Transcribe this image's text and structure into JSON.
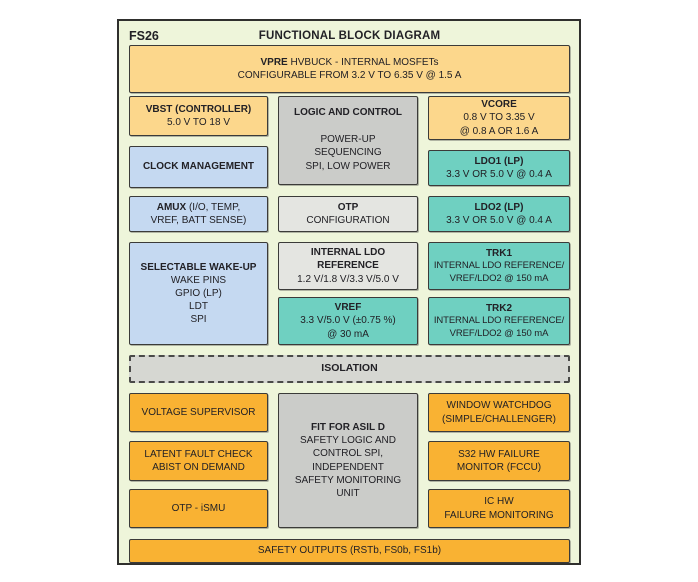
{
  "header": {
    "chip": "FS26",
    "title": "FUNCTIONAL BLOCK DIAGRAM"
  },
  "palette": {
    "canvas": "#eef5da",
    "tan": "#fcd78c",
    "orange": "#f9b233",
    "blue": "#c5d9f1",
    "teal": "#6fd0c1",
    "gray": "#cbccc9",
    "light_gray": "#e4e5e1",
    "isolation_gray": "#d6d7d2",
    "border": "#3b3b39",
    "text": "#222126"
  },
  "blocks": {
    "vpre": {
      "name": "VPRE",
      "desc": "HVBUCK - INTERNAL MOSFETs",
      "line2": "CONFIGURABLE FROM 3.2 V TO 6.35 V @ 1.5 A"
    },
    "vbst": {
      "title": "VBST (CONTROLLER)",
      "line2": "5.0 V TO 18 V"
    },
    "clock": {
      "title": "CLOCK MANAGEMENT"
    },
    "amux": {
      "name": "AMUX",
      "desc": "(I/O, TEMP,",
      "line2": "VREF, BATT SENSE)"
    },
    "wakeup": {
      "title": "SELECTABLE WAKE-UP",
      "lines": [
        "WAKE PINS",
        "GPIO (LP)",
        "LDT",
        "SPI"
      ]
    },
    "logic": {
      "title": "LOGIC AND CONTROL",
      "lines": [
        "POWER-UP",
        "SEQUENCING",
        "SPI, LOW POWER"
      ]
    },
    "otp": {
      "title": "OTP",
      "line2": "CONFIGURATION"
    },
    "ldoref": {
      "title1": "INTERNAL LDO",
      "title2": "REFERENCE",
      "line2": "1.2 V/1.8 V/3.3 V/5.0 V"
    },
    "vref": {
      "title": "VREF",
      "lines": [
        "3.3 V/5.0 V (±0.75 %)",
        "@ 30 mA"
      ]
    },
    "vcore": {
      "title": "VCORE",
      "lines": [
        "0.8 V TO 3.35 V",
        "@ 0.8 A OR 1.6 A"
      ]
    },
    "ldo1": {
      "title": "LDO1 (LP)",
      "line2": "3.3 V OR 5.0 V @ 0.4 A"
    },
    "ldo2": {
      "title": "LDO2 (LP)",
      "line2": "3.3 V OR 5.0 V @ 0.4 A"
    },
    "trk1": {
      "title": "TRK1",
      "lines": [
        "INTERNAL LDO REFERENCE/",
        "VREF/LDO2 @ 150 mA"
      ]
    },
    "trk2": {
      "title": "TRK2",
      "lines": [
        "INTERNAL LDO REFERENCE/",
        "VREF/LDO2 @ 150 mA"
      ]
    },
    "isolation": {
      "title": "ISOLATION"
    },
    "voltage_supervisor": {
      "title": "VOLTAGE SUPERVISOR"
    },
    "latent": {
      "lines": [
        "LATENT FAULT CHECK",
        "ABIST ON DEMAND"
      ]
    },
    "otp_ismu": {
      "title": "OTP - iSMU"
    },
    "fit": {
      "title": "FIT FOR ASIL D",
      "lines": [
        "SAFETY LOGIC AND",
        "CONTROL SPI,",
        "INDEPENDENT",
        "SAFETY MONITORING",
        "UNIT"
      ]
    },
    "watchdog": {
      "lines": [
        "WINDOW WATCHDOG",
        "(SIMPLE/CHALLENGER)"
      ]
    },
    "s32": {
      "lines": [
        "S32 HW FAILURE",
        "MONITOR (FCCU)"
      ]
    },
    "ichw": {
      "lines": [
        "IC HW",
        "FAILURE MONITORING"
      ]
    },
    "safety_outputs": {
      "title": "SAFETY OUTPUTS (RSTb, FS0b, FS1b)"
    }
  }
}
